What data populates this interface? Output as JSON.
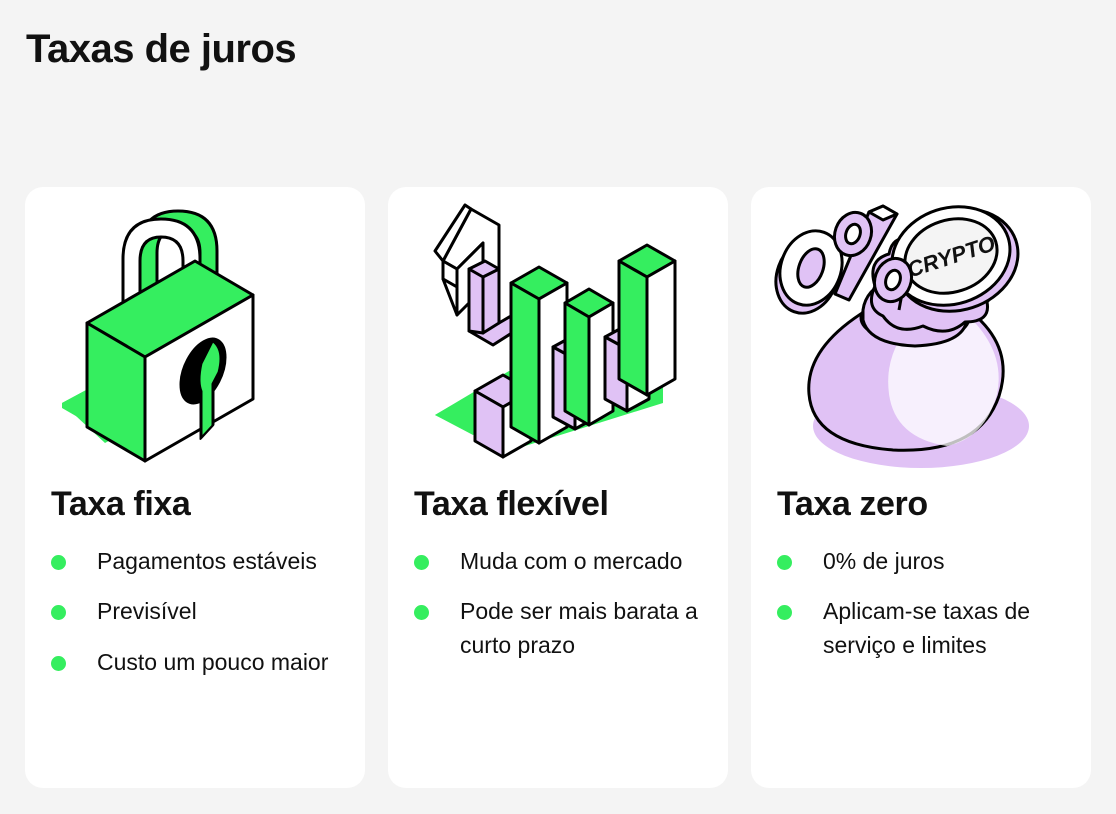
{
  "page": {
    "title": "Taxas de juros",
    "background_color": "#f4f4f4",
    "card_color": "#ffffff",
    "text_color": "#111111",
    "accent_green": "#35ee5f",
    "accent_purple": "#e0c2f5"
  },
  "cards": [
    {
      "illustration": "padlock-isometric-icon",
      "heading": "Taxa fixa",
      "bullets": [
        "Pagamentos estáveis",
        "Previsível",
        "Custo um pouco maior"
      ]
    },
    {
      "illustration": "bar-chart-arrows-isometric-icon",
      "heading": "Taxa flexível",
      "bullets": [
        "Muda com o mercado",
        "Pode ser mais barata a curto prazo"
      ]
    },
    {
      "illustration": "money-bag-crypto-isometric-icon",
      "heading": "Taxa zero",
      "coin_label": "CRYPTO",
      "percent_label": "0%",
      "bullets": [
        "0% de juros",
        "Aplicam-se taxas de serviço e limites"
      ]
    }
  ]
}
